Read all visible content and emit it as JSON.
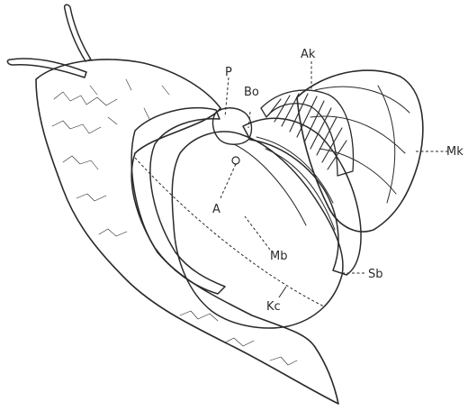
{
  "labels": {
    "P": "P",
    "Bo": "Bo",
    "Ak": "Ak",
    "Mk": "Mk",
    "A": "A",
    "Mb": "Mb",
    "Sb": "Sb",
    "Kc": "Kc"
  },
  "colors": {
    "ink": "#2a2a2a",
    "paper": "#ffffff",
    "stipple": "#6b6b6b"
  }
}
